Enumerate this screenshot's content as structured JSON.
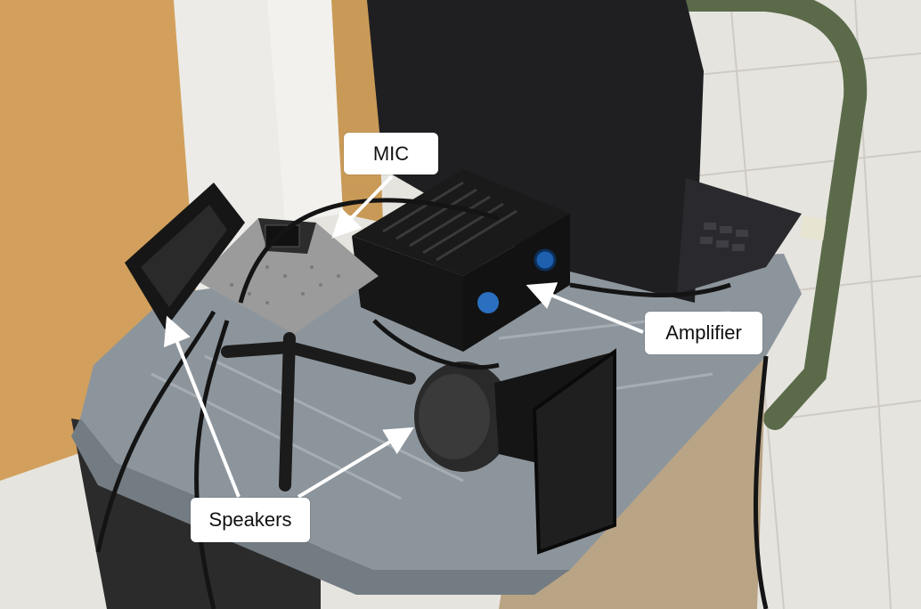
{
  "labels": {
    "mic": "MIC",
    "amplifier": "Amplifier",
    "speakers": "Speakers"
  },
  "colors": {
    "callout_background": "#ffffff",
    "arrow": "#ffffff",
    "door": "#d7a763",
    "floor": "#e8e6e1",
    "cart_lid": "#8e969e",
    "burlap": "#bda88a",
    "cart_handle": "#5b6b4a"
  }
}
